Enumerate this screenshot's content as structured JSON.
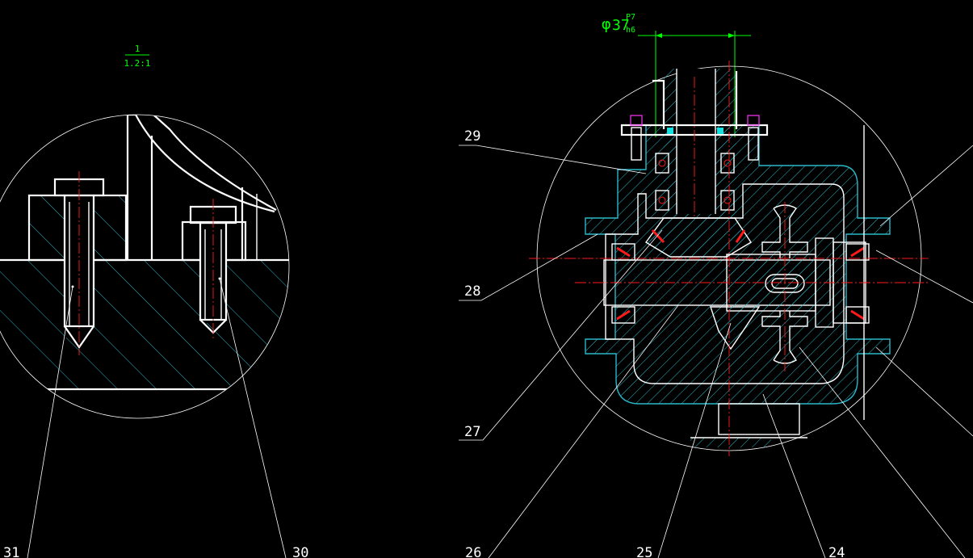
{
  "detail_scale": {
    "numerator": "1",
    "denominator": "1.2:1"
  },
  "fit_dimension": {
    "diameter": "37",
    "upper": "P7",
    "lower": "h6"
  },
  "callouts": [
    "31",
    "30",
    "29",
    "28",
    "27",
    "26",
    "25",
    "24"
  ],
  "colors": {
    "background": "#000000",
    "outline": "#ffffff",
    "hatch": "#2ab7c8",
    "centerline": "#ff1a1a",
    "dimension": "#00ff00",
    "fastener": "#ff33ff"
  }
}
